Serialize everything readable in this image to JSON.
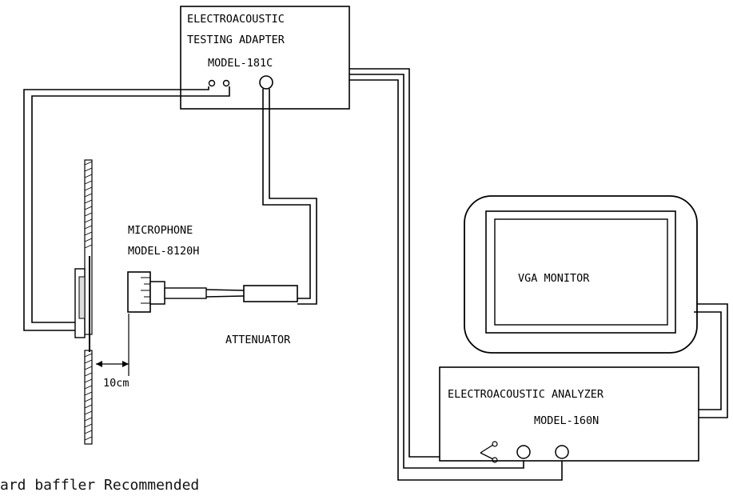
{
  "adapter": {
    "line1": "ELECTROACOUSTIC",
    "line2": "TESTING ADAPTER",
    "line3": "MODEL-181C"
  },
  "microphone": {
    "line1": "MICROPHONE",
    "line2": "MODEL-8120H"
  },
  "attenuator": {
    "label": "ATTENUATOR"
  },
  "monitor": {
    "label": "VGA  MONITOR"
  },
  "analyzer": {
    "line1": "ELECTROACOUSTIC  ANALYZER",
    "line2": "MODEL-160N"
  },
  "distance": {
    "label": "10cm"
  },
  "baffle": {
    "note": "ard baffler Recommended"
  }
}
